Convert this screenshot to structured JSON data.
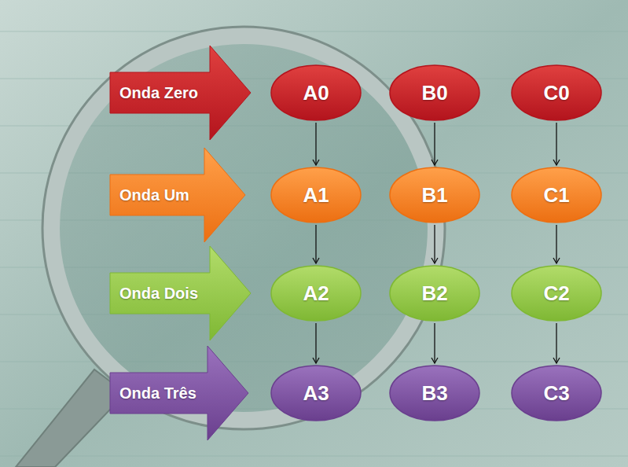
{
  "diagram": {
    "nodes": [
      {
        "text": [
          "Onda Zero"
        ]
      },
      {
        "text": [
          "A0"
        ]
      },
      {
        "text": [
          "B0"
        ]
      },
      {
        "text": [
          "C0"
        ]
      },
      {
        "text": [
          "Onda Um"
        ]
      },
      {
        "text": [
          "A1"
        ]
      },
      {
        "text": [
          "B1"
        ]
      },
      {
        "text": [
          "C1"
        ]
      },
      {
        "text": [
          "Onda Dois"
        ]
      },
      {
        "text": [
          "A2"
        ]
      },
      {
        "text": [
          "B2"
        ]
      },
      {
        "text": [
          "C2"
        ]
      },
      {
        "text": [
          "Onda Três"
        ]
      },
      {
        "text": [
          "A3"
        ]
      },
      {
        "text": [
          "B3"
        ]
      },
      {
        "text": [
          "C3"
        ]
      }
    ],
    "edges": [
      {
        "from": 1,
        "to": 5,
        "arrow": "to"
      },
      {
        "from": 2,
        "to": 6,
        "arrow": "to"
      },
      {
        "from": 3,
        "to": 7,
        "arrow": "to"
      },
      {
        "from": 5,
        "to": 9,
        "arrow": "to"
      },
      {
        "from": 6,
        "to": 10,
        "arrow": "to"
      },
      {
        "from": 7,
        "to": 11,
        "arrow": "to"
      },
      {
        "from": 9,
        "to": 13,
        "arrow": "to"
      },
      {
        "from": 10,
        "to": 14,
        "arrow": "to"
      },
      {
        "from": 11,
        "to": 15,
        "arrow": "to"
      }
    ]
  }
}
